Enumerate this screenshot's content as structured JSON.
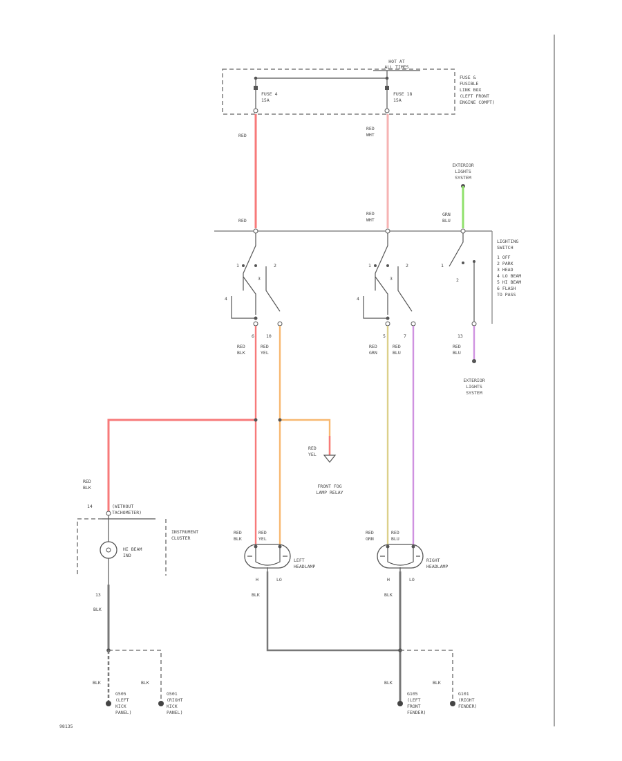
{
  "fuse_box": {
    "hot_line1": "HOT AT",
    "hot_line2": "ALL TIMES",
    "label": [
      "FUSE &",
      "FUSIBLE",
      "LINK BOX",
      "(LEFT FRONT",
      "ENGINE COMPT)"
    ],
    "fuse_left": [
      "FUSE 4",
      "15A"
    ],
    "fuse_right": [
      "FUSE 18",
      "15A"
    ]
  },
  "wire_labels": {
    "red_left_top": "RED",
    "red_right_top": [
      "RED",
      "WHT"
    ],
    "red_left_sw": "RED",
    "red_right_sw": [
      "RED",
      "WHT"
    ],
    "grn_sw": [
      "GRN",
      "BLU"
    ],
    "out_a": [
      "RED",
      "BLK"
    ],
    "out_b": [
      "RED",
      "YEL"
    ],
    "out_c": [
      "RED",
      "GRN"
    ],
    "out_d": [
      "RED",
      "BLU"
    ],
    "out_e": [
      "RED",
      "BLU"
    ],
    "fog": [
      "RED",
      "YEL"
    ],
    "hb_ind": [
      "RED",
      "BLK"
    ],
    "lh_a": [
      "RED",
      "BLK"
    ],
    "lh_b": [
      "RED",
      "YEL"
    ],
    "rh_a": [
      "RED",
      "GRN"
    ],
    "rh_b": [
      "RED",
      "BLU"
    ],
    "blk_ind": "BLK",
    "blk_lh": "BLK",
    "blk_rh": "BLK",
    "blk_g1": "BLK",
    "blk_g2": "BLK",
    "blk_g3": "BLK",
    "blk_g4": "BLK"
  },
  "terminal_numbers": {
    "out_a": "6",
    "out_b": "10",
    "out_c": "5",
    "out_d": "7",
    "out_e": "13",
    "hb_ind": "14",
    "blk_ind": "13",
    "lh_h": "H",
    "lh_lo": "LO",
    "rh_h": "H",
    "rh_lo": "LO",
    "sw_pos_a": [
      "1",
      "2",
      "3",
      "4"
    ],
    "sw_pos_b": [
      "1",
      "2",
      "3",
      "4"
    ],
    "sw_pos_c": [
      "1",
      "2"
    ]
  },
  "lighting_switch": {
    "title": [
      "LIGHTING",
      "SWITCH"
    ],
    "positions": [
      "1  OFF",
      "2  PARK",
      "3  HEAD",
      "4  LO BEAM",
      "5  HI BEAM",
      "6  FLASH",
      "   TO PASS"
    ]
  },
  "exterior_top": [
    "EXTERIOR",
    "LIGHTS",
    "SYSTEM"
  ],
  "exterior_bottom": [
    "EXTERIOR",
    "LIGHTS",
    "SYSTEM"
  ],
  "fog_relay": [
    "FRONT FOG",
    "LAMP RELAY"
  ],
  "cluster": {
    "conn": [
      "(WITHOUT",
      "TACHOMETER)"
    ],
    "label": [
      "INSTRUMENT",
      "CLUSTER"
    ],
    "lamp": [
      "HI BEAM",
      "IND"
    ]
  },
  "left_headlamp": [
    "LEFT",
    "HEADLAMP"
  ],
  "right_headlamp": [
    "RIGHT",
    "HEADLAMP"
  ],
  "grounds": [
    [
      "G505",
      "(LEFT",
      "KICK",
      "PANEL)"
    ],
    [
      "G501",
      "(RIGHT",
      "KICK",
      "PANEL)"
    ],
    [
      "G105",
      "(LEFT",
      "FRONT",
      "FENDER)"
    ],
    [
      "G101",
      "(RIGHT",
      "FENDER)"
    ]
  ],
  "diagram_id": "98135",
  "colors": {
    "red": "#f77a7a",
    "red_light": "#f6b3b3",
    "green": "#8fe06b",
    "orange": "#f7b870",
    "yellow": "#dcd08a",
    "violet": "#cf92e0",
    "black_wire": "#777777"
  }
}
